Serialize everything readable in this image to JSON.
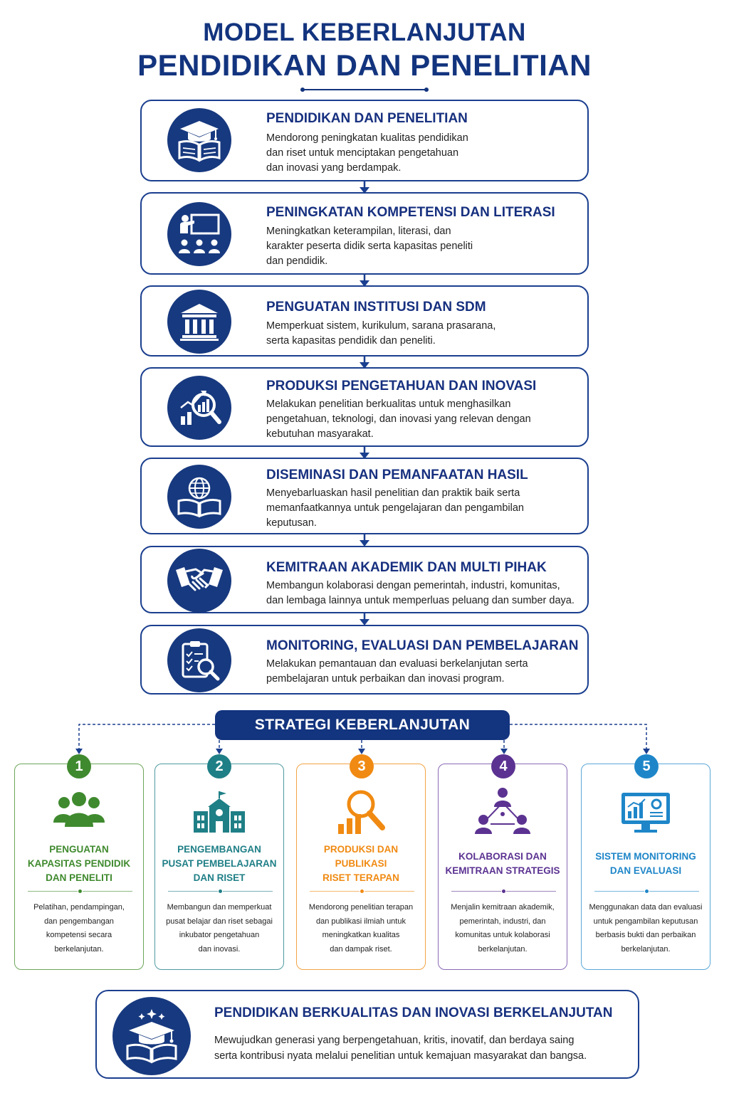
{
  "header": {
    "title_line1": "MODEL KEBERLANJUTAN",
    "title_line2": "PENDIDIKAN DAN PENELITIAN"
  },
  "steps": [
    {
      "title": "PENDIDIKAN DAN PENELITIAN",
      "description": "Mendorong peningkatan kualitas pendidikan\ndan riset untuk menciptakan pengetahuan\ndan inovasi yang berdampak.",
      "icon": "graduation-book-icon"
    },
    {
      "title": "PENINGKATAN KOMPETENSI DAN LITERASI",
      "description": "Meningkatkan keterampilan, literasi, dan\nkarakter peserta didik serta kapasitas peneliti\ndan pendidik.",
      "icon": "teacher-presentation-icon"
    },
    {
      "title": "PENGUATAN INSTITUSI DAN SDM",
      "description": "Memperkuat sistem, kurikulum, sarana prasarana,\nserta kapasitas pendidik dan peneliti.",
      "icon": "institution-building-icon"
    },
    {
      "title": "PRODUKSI PENGETAHUAN DAN INOVASI",
      "description": "Melakukan penelitian berkualitas untuk menghasilkan\npengetahuan, teknologi, dan inovasi yang relevan dengan\nkebutuhan masyarakat.",
      "icon": "research-chart-magnifier-icon"
    },
    {
      "title": "DISEMINASI DAN PEMANFAATAN HASIL",
      "description": "Menyebarluaskan hasil penelitian dan praktik baik serta\nmemanfaatkannya untuk pengelajaran dan pengambilan\nkeputusan.",
      "icon": "globe-book-icon"
    },
    {
      "title": "KEMITRAAN AKADEMIK DAN MULTI PIHAK",
      "description": "Membangun kolaborasi dengan pemerintah, industri, komunitas,\ndan lembaga lainnya untuk memperluas peluang dan sumber daya.",
      "icon": "handshake-icon"
    },
    {
      "title": "MONITORING, EVALUASI DAN PEMBELAJARAN",
      "description": "Melakukan pemantauan dan evaluasi berkelanjutan serta\npembelajaran untuk perbaikan dan inovasi program.",
      "icon": "clipboard-magnifier-icon"
    }
  ],
  "strategy": {
    "label": "STRATEGI KEBERLANJUTAN",
    "items": [
      {
        "number": "1",
        "title": "PENGUATAN\nKAPASITAS PENDIDIK\nDAN PENELITI",
        "description": "Pelatihan, pendampingan,\ndan pengembangan\nkompetensi secara\nberkelanjutan.",
        "color": "#3f8a2e",
        "icon": "people-group-icon"
      },
      {
        "number": "2",
        "title": "PENGEMBANGAN\nPUSAT PEMBELAJARAN\nDAN RISET",
        "description": "Membangun dan memperkuat\npusat belajar dan riset sebagai\ninkubator pengetahuan\ndan inovasi.",
        "color": "#1f7f86",
        "icon": "school-building-icon"
      },
      {
        "number": "3",
        "title": "PRODUKSI DAN PUBLIKASI\nRISET TERAPAN",
        "description": "Mendorong penelitian terapan\ndan publikasi ilmiah untuk\nmeningkatkan kualitas\ndan dampak riset.",
        "color": "#f08a12",
        "icon": "chart-magnifier-icon"
      },
      {
        "number": "4",
        "title": "KOLABORASI DAN\nKEMITRAAN STRATEGIS",
        "description": "Menjalin kemitraan akademik,\npemerintah, industri, dan\nkomunitas untuk kolaborasi\nberkelanjutan.",
        "color": "#5b3291",
        "icon": "network-people-icon"
      },
      {
        "number": "5",
        "title": "SISTEM MONITORING\nDAN EVALUASI",
        "description": "Menggunakan data dan evaluasi\nuntuk pengambilan keputusan\nberbasis bukti dan perbaikan\nberkelanjutan.",
        "color": "#1e86c8",
        "icon": "monitor-dashboard-icon"
      }
    ]
  },
  "outcome": {
    "title": "PENDIDIKAN BERKUALITAS DAN INOVASI BERKELANJUTAN",
    "description": "Mewujudkan generasi yang berpengetahuan, kritis, inovatif, dan berdaya saing\nserta kontribusi nyata melalui penelitian untuk kemajuan masyarakat dan bangsa.",
    "icon": "graduation-book-stars-icon"
  },
  "colors": {
    "primary": "#13347e",
    "box_border": "#1b3f8f"
  }
}
